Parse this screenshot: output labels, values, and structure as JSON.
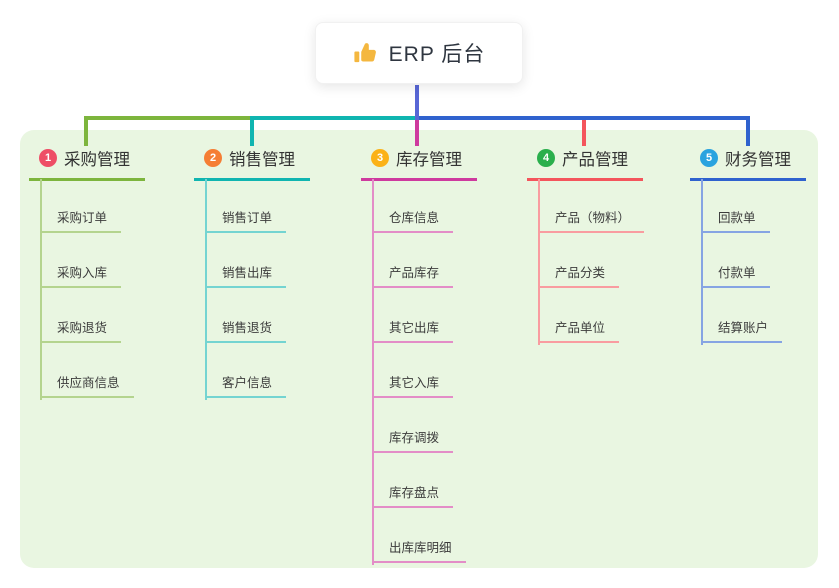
{
  "root": {
    "label": "ERP 后台",
    "icon": "thumbs-up",
    "icon_color": "#f4b73f"
  },
  "canvas": {
    "panel_bg": "#e9f6e1",
    "root_connector_color": "#5867d6"
  },
  "branches": [
    {
      "badge": "1",
      "label": "采购管理",
      "color": "#7db53d",
      "badge_color": "#ee4e66",
      "children": [
        "采购订单",
        "采购入库",
        "采购退货",
        "供应商信息"
      ]
    },
    {
      "badge": "2",
      "label": "销售管理",
      "color": "#10b5b0",
      "badge_color": "#f57e34",
      "children": [
        "销售订单",
        "销售出库",
        "销售退货",
        "客户信息"
      ]
    },
    {
      "badge": "3",
      "label": "库存管理",
      "color": "#ce3a9e",
      "badge_color": "#fbb217",
      "children": [
        "仓库信息",
        "产品库存",
        "其它出库",
        "其它入库",
        "库存调拨",
        "库存盘点",
        "出库库明细"
      ]
    },
    {
      "badge": "4",
      "label": "产品管理",
      "color": "#f4555c",
      "badge_color": "#2aaf4c",
      "children": [
        "产品（物料）",
        "产品分类",
        "产品单位"
      ]
    },
    {
      "badge": "5",
      "label": "财务管理",
      "color": "#2f62ce",
      "badge_color": "#2aa3df",
      "children": [
        "回款单",
        "付款单",
        "结算账户"
      ]
    }
  ]
}
